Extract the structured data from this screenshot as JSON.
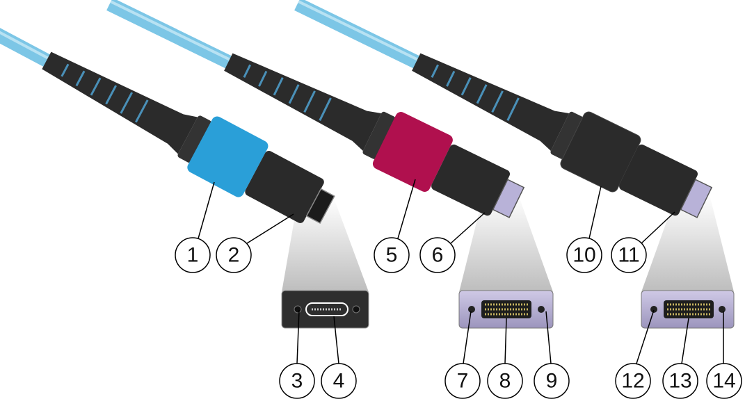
{
  "colors": {
    "cable": "#7cc6e6",
    "connector_1_clip": "#2a9fd8",
    "connector_2_clip": "#b0104e",
    "connector_3_clip": "#2b2b2b",
    "body": "#2a2a2a",
    "inset_dark": "#2e2e2e",
    "inset_lavender": "#b4aed0"
  },
  "callouts": [
    "1",
    "2",
    "3",
    "4",
    "5",
    "6",
    "7",
    "8",
    "9",
    "10",
    "11",
    "12",
    "13",
    "14"
  ]
}
